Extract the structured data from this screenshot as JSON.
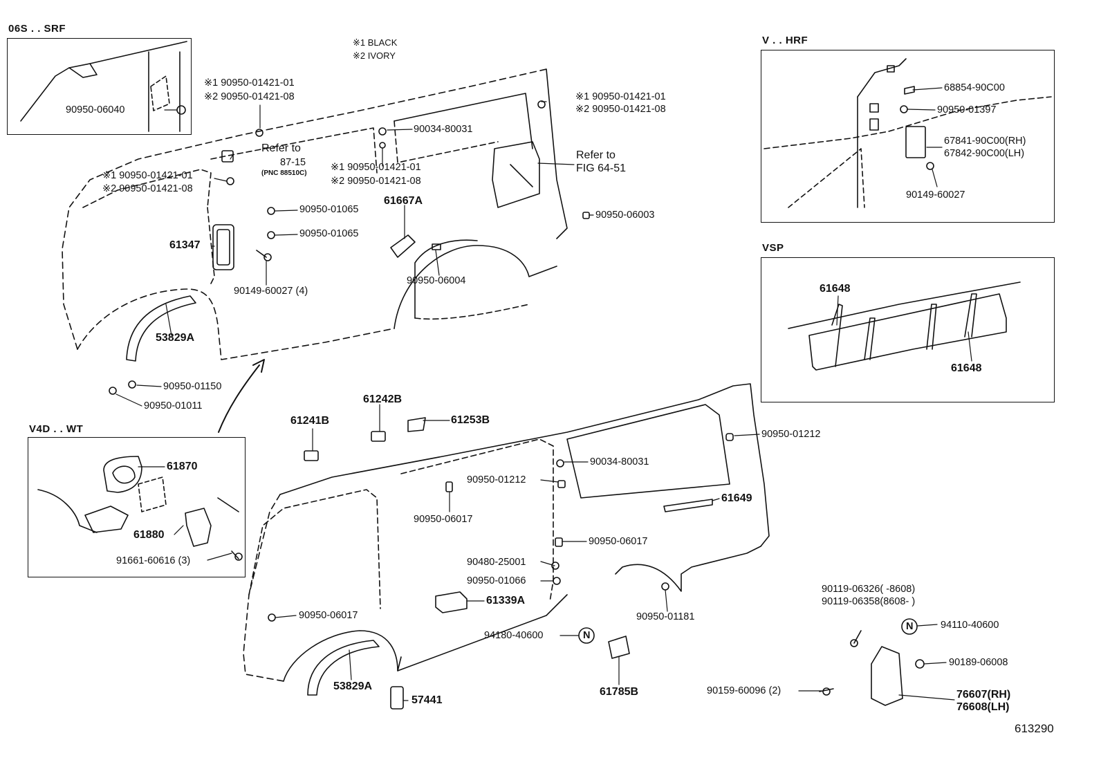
{
  "legend": [
    "※1 BLACK",
    "※2 IVORY"
  ],
  "figure_number": "613290",
  "insets": {
    "srf": "06S . . SRF",
    "hrf": "V . . HRF",
    "vsp": "VSP",
    "wt": "V4D . . WT"
  },
  "labels": [
    {
      "id": "l1",
      "text": "90950-06040"
    },
    {
      "id": "l2",
      "text": "※1 90950-01421-01"
    },
    {
      "id": "l3",
      "text": "※2 90950-01421-08"
    },
    {
      "id": "l4",
      "text": "90034-80031"
    },
    {
      "id": "l5",
      "text": "※1 90950-01421-01"
    },
    {
      "id": "l6",
      "text": "※2 90950-01421-08"
    },
    {
      "id": "l7",
      "text": "Refer to"
    },
    {
      "id": "l8",
      "text": "87-15"
    },
    {
      "id": "l9",
      "text": "(PNC 88510C)"
    },
    {
      "id": "l10",
      "text": "※1 90950-01421-01"
    },
    {
      "id": "l11",
      "text": "※2 90950-01421-08"
    },
    {
      "id": "l12",
      "text": "※1 90950-01421-01"
    },
    {
      "id": "l13",
      "text": "※2 90950-01421-08"
    },
    {
      "id": "l14",
      "text": "Refer to"
    },
    {
      "id": "l15",
      "text": "FIG 64-51"
    },
    {
      "id": "l16",
      "text": "90950-01065"
    },
    {
      "id": "l17",
      "text": "90950-01065"
    },
    {
      "id": "l18",
      "text": "61667A"
    },
    {
      "id": "l19",
      "text": "90950-06003"
    },
    {
      "id": "l20",
      "text": "61347"
    },
    {
      "id": "l21",
      "text": "90950-06004"
    },
    {
      "id": "l22",
      "text": "90149-60027 (4)"
    },
    {
      "id": "l23",
      "text": "53829A"
    },
    {
      "id": "l24",
      "text": "90950-01150"
    },
    {
      "id": "l25",
      "text": "90950-01011"
    },
    {
      "id": "l26",
      "text": "68854-90C00"
    },
    {
      "id": "l27",
      "text": "90950-01397"
    },
    {
      "id": "l28",
      "text": "67841-90C00(RH)"
    },
    {
      "id": "l29",
      "text": "67842-90C00(LH)"
    },
    {
      "id": "l30",
      "text": "90149-60027"
    },
    {
      "id": "l31",
      "text": "61648"
    },
    {
      "id": "l32",
      "text": "61648"
    },
    {
      "id": "l33",
      "text": "61870"
    },
    {
      "id": "l34",
      "text": "61880"
    },
    {
      "id": "l35",
      "text": "91661-60616 (3)"
    },
    {
      "id": "l36",
      "text": "61242B"
    },
    {
      "id": "l37",
      "text": "61241B"
    },
    {
      "id": "l38",
      "text": "61253B"
    },
    {
      "id": "l39",
      "text": "90950-01212"
    },
    {
      "id": "l40",
      "text": "90034-80031"
    },
    {
      "id": "l41",
      "text": "90950-01212"
    },
    {
      "id": "l42",
      "text": "61649"
    },
    {
      "id": "l43",
      "text": "90950-06017"
    },
    {
      "id": "l44",
      "text": "90950-06017"
    },
    {
      "id": "l45",
      "text": "90480-25001"
    },
    {
      "id": "l46",
      "text": "90950-01066"
    },
    {
      "id": "l47",
      "text": "61339A"
    },
    {
      "id": "l48",
      "text": "90950-06017"
    },
    {
      "id": "l49",
      "text": "90950-01181"
    },
    {
      "id": "l50",
      "text": "94180-40600"
    },
    {
      "id": "l51",
      "text": "61785B"
    },
    {
      "id": "l52",
      "text": "53829A"
    },
    {
      "id": "l53",
      "text": "57441"
    },
    {
      "id": "l54",
      "text": "90119-06326(        -8608)"
    },
    {
      "id": "l55",
      "text": "90119-06358(8608-       )"
    },
    {
      "id": "l56",
      "text": "94110-40600"
    },
    {
      "id": "l57",
      "text": "90189-06008"
    },
    {
      "id": "l58",
      "text": "90159-60096 (2)"
    },
    {
      "id": "l59",
      "text": "76607(RH)"
    },
    {
      "id": "l60",
      "text": "76608(LH)"
    }
  ]
}
